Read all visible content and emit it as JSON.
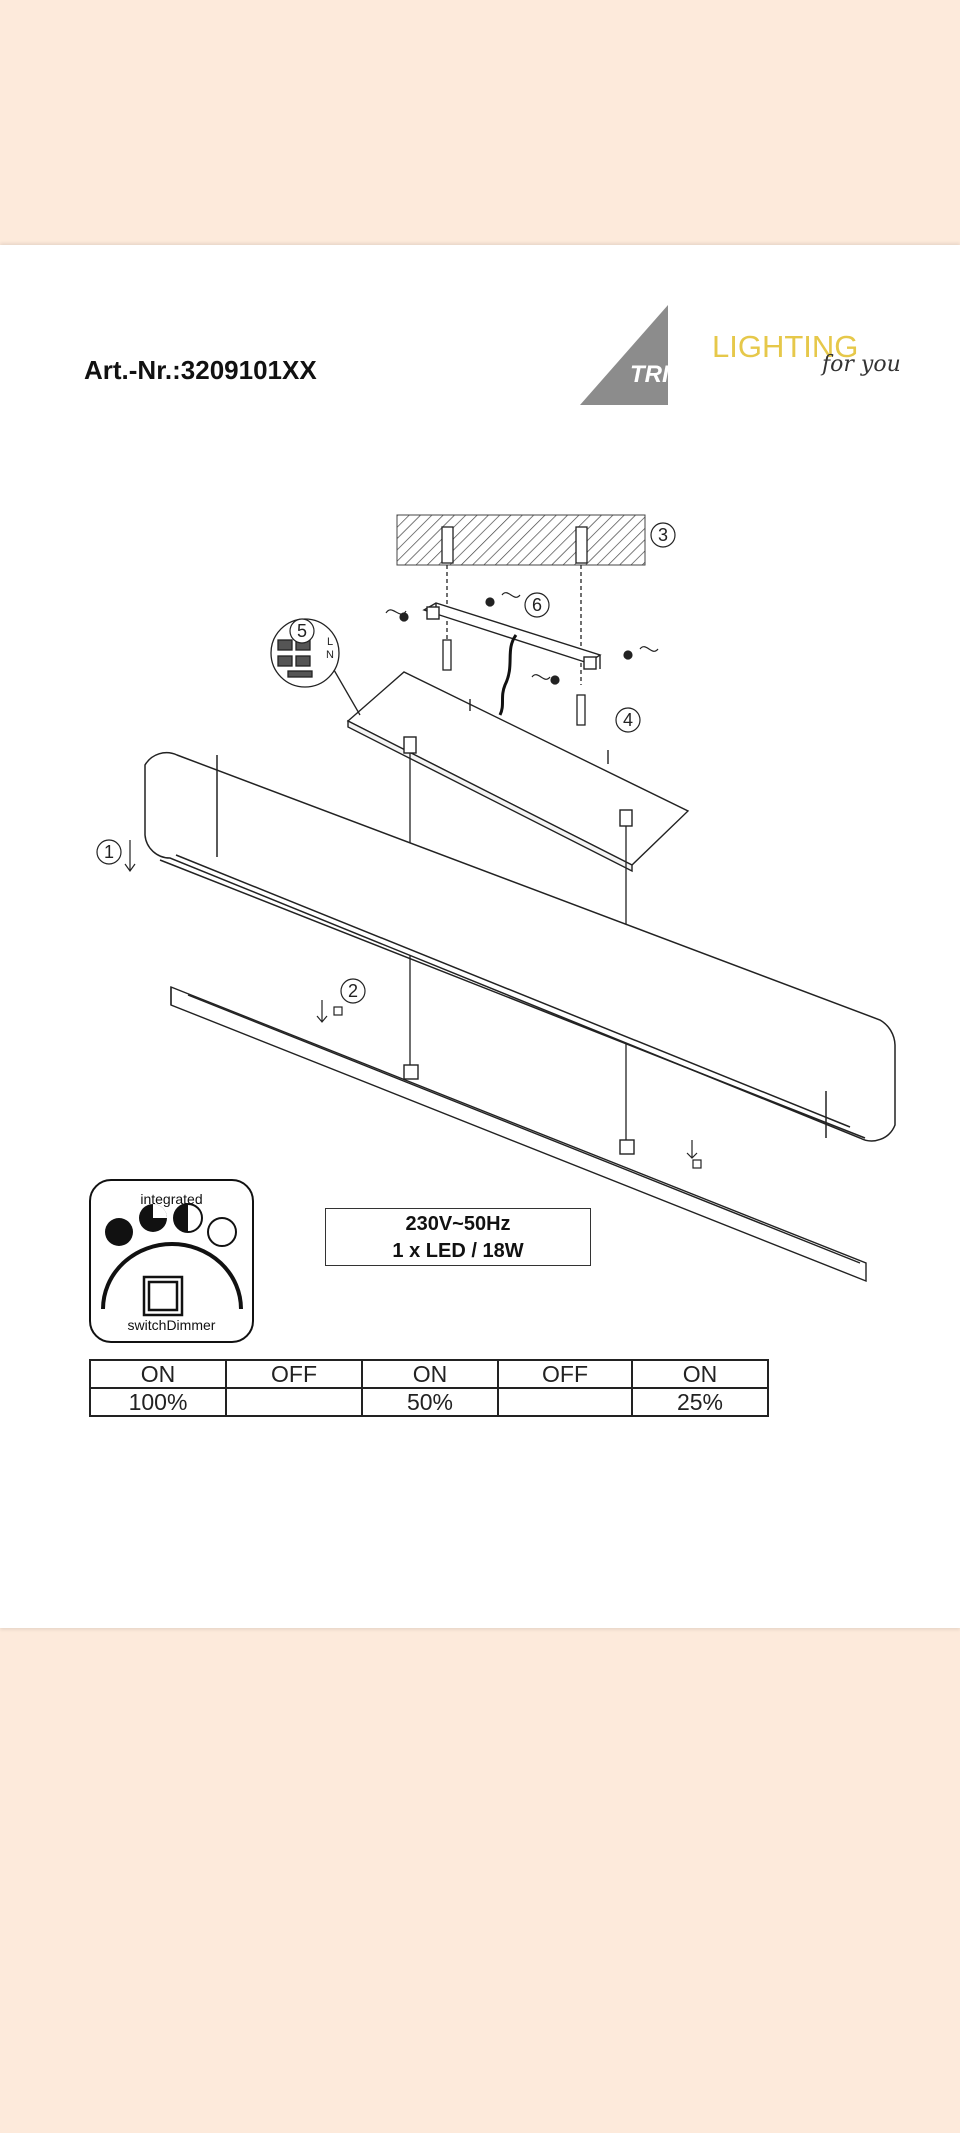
{
  "header": {
    "article_number": "Art.-Nr.:3209101XX"
  },
  "logo": {
    "brand": "TRIO",
    "word": "LIGHTING",
    "tagline": "for you",
    "accent_color": "#e6c84a",
    "triangle_color": "#8c8c8c"
  },
  "diagram": {
    "step_labels": [
      "1",
      "2",
      "3",
      "4",
      "5",
      "6"
    ],
    "terminal_labels": [
      "L",
      "N"
    ]
  },
  "dimmer": {
    "top_label": "integrated",
    "bottom_label": "switchDimmer"
  },
  "spec": {
    "line1": "230V~50Hz",
    "line2": "1 x LED / 18W"
  },
  "switch_table": {
    "states": [
      "ON",
      "OFF",
      "ON",
      "OFF",
      "ON"
    ],
    "levels": [
      "100%",
      "",
      "50%",
      "",
      "25%"
    ]
  }
}
